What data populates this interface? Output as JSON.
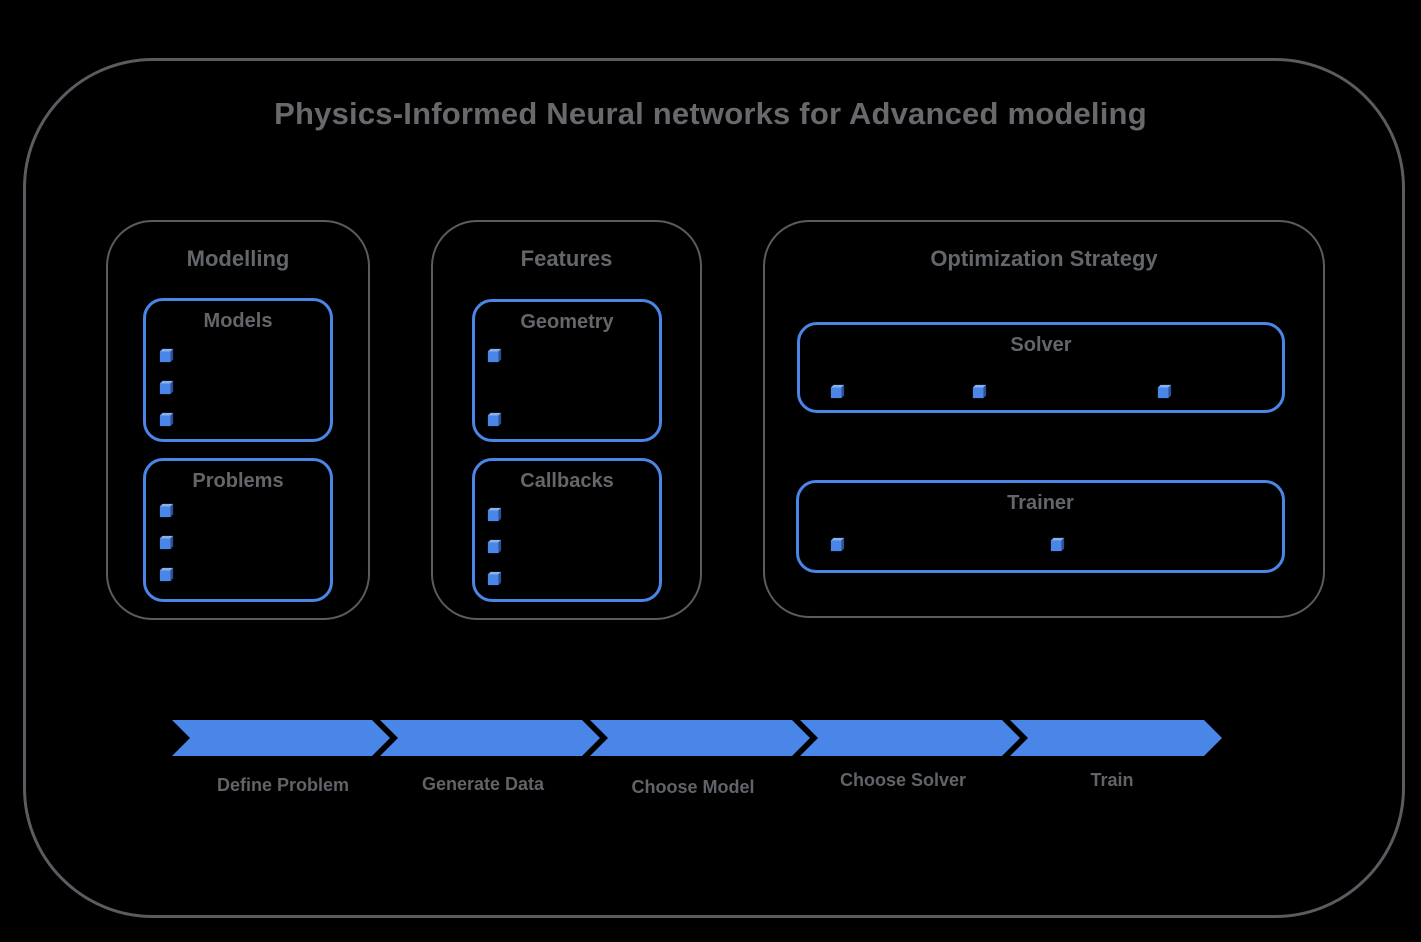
{
  "title": "Physics-Informed Neural networks for Advanced modeling",
  "colors": {
    "accent_blue": "#4a86e8",
    "outline_gray": "#595c60",
    "text_gray": "#63666a",
    "cube_top": "#8ab0f0",
    "cube_side": "#2a5298",
    "background": "#000000"
  },
  "sections": {
    "modelling": {
      "label": "Modelling",
      "groups": {
        "models": {
          "label": "Models",
          "bullet_icon": "cube-icon",
          "bullet_count": 3
        },
        "problems": {
          "label": "Problems",
          "bullet_icon": "cube-icon",
          "bullet_count": 3
        }
      }
    },
    "features": {
      "label": "Features",
      "groups": {
        "geometry": {
          "label": "Geometry",
          "bullet_icon": "cube-icon",
          "bullet_count": 2
        },
        "callbacks": {
          "label": "Callbacks",
          "bullet_icon": "cube-icon",
          "bullet_count": 3
        }
      }
    },
    "optimization": {
      "label": "Optimization Strategy",
      "groups": {
        "solver": {
          "label": "Solver",
          "bullet_icon": "cube-icon",
          "bullet_count": 3
        },
        "trainer": {
          "label": "Trainer",
          "bullet_icon": "cube-icon",
          "bullet_count": 2
        }
      }
    }
  },
  "pipeline": {
    "steps": [
      {
        "label": "Define Problem"
      },
      {
        "label": "Generate Data"
      },
      {
        "label": "Choose Model"
      },
      {
        "label": "Choose Solver"
      },
      {
        "label": "Train"
      }
    ]
  }
}
